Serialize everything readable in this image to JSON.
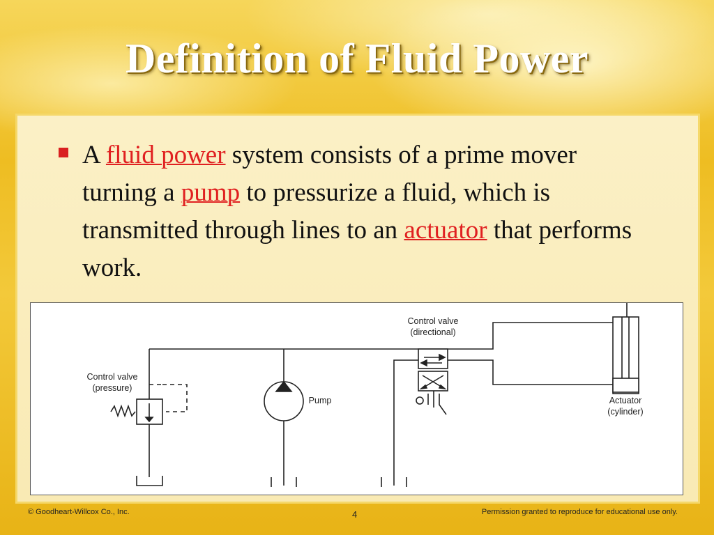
{
  "slide": {
    "title": "Definition of Fluid Power",
    "paragraph": {
      "t1": "A ",
      "term1": "fluid power",
      "t2": " system consists of a prime mover turning a ",
      "term2": "pump",
      "t3": " to pressurize a fluid, which is transmitted through lines to an ",
      "term3": "actuator",
      "t4": " that performs work."
    },
    "accent_color": "#e02020"
  },
  "diagram": {
    "labels": {
      "control_valve_pressure": [
        "Control valve",
        "(pressure)"
      ],
      "pump": "Pump",
      "control_valve_directional": [
        "Control valve",
        "(directional)"
      ],
      "actuator": [
        "Actuator",
        "(cylinder)"
      ]
    }
  },
  "footer": {
    "copyright": "© Goodheart-Willcox Co., Inc.",
    "page_number": "4",
    "permission": "Permission granted to reproduce for educational use only."
  }
}
